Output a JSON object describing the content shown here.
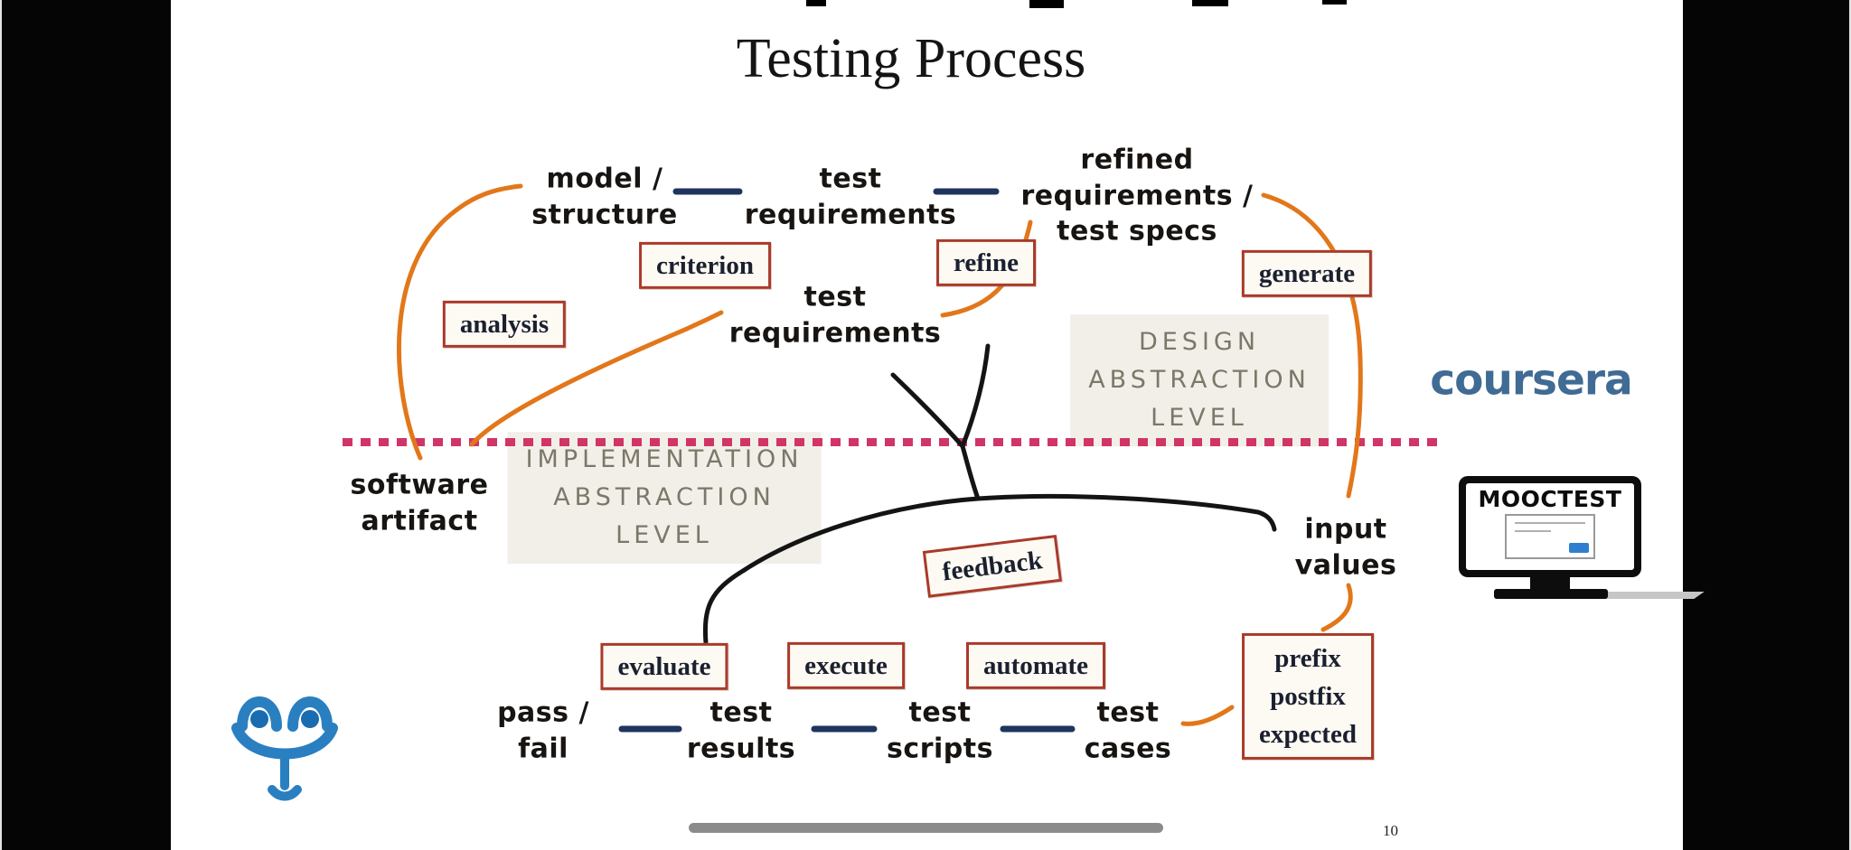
{
  "slide": {
    "title": "Testing Process",
    "page_number": "10"
  },
  "nodes": {
    "model_structure": "model /\nstructure",
    "test_requirements_top": "test\nrequirements",
    "refined_requirements": "refined\nrequirements /\ntest specs",
    "test_requirements_mid": "test\nrequirements",
    "software_artifact": "software\nartifact",
    "input_values": "input\nvalues",
    "pass_fail": "pass /\nfail",
    "test_results": "test\nresults",
    "test_scripts": "test\nscripts",
    "test_cases": "test\ncases"
  },
  "boxes": {
    "criterion": "criterion",
    "refine": "refine",
    "generate": "generate",
    "analysis": "analysis",
    "feedback": "feedback",
    "evaluate": "evaluate",
    "execute": "execute",
    "automate": "automate",
    "prefix_postfix_expected": "prefix\npostfix\nexpected"
  },
  "levels": {
    "design": "DESIGN\nABSTRACTION\nLEVEL",
    "implementation": "IMPLEMENTATION\nABSTRACTION\nLEVEL"
  },
  "logos": {
    "coursera": "coursera",
    "mooctest": "MOOCTEST"
  },
  "colors": {
    "navy_arrow": "#1e355e",
    "orange_arrow": "#e2771a",
    "black_line": "#141414",
    "dotted_line": "#d03567",
    "box_border": "#a93a2a",
    "coursera_blue": "#3f6b94",
    "mascot_blue": "#2a7fc1"
  }
}
